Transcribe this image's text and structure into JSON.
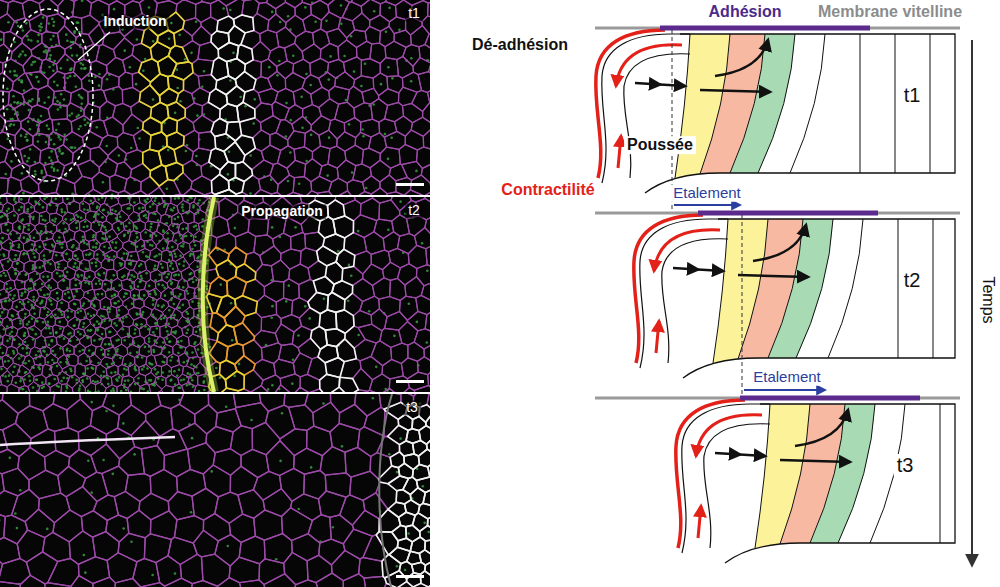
{
  "diagram": {
    "labels": [
      "Induction",
      "t1",
      "Propagation",
      "t2",
      "t3",
      "Adhésion",
      "Membrane vitelline",
      "Dé-adhésion",
      "t1",
      "Poussée",
      "Contractilité",
      "Etalement",
      "t2",
      "Etalement",
      "t3",
      "Temps"
    ]
  }
}
